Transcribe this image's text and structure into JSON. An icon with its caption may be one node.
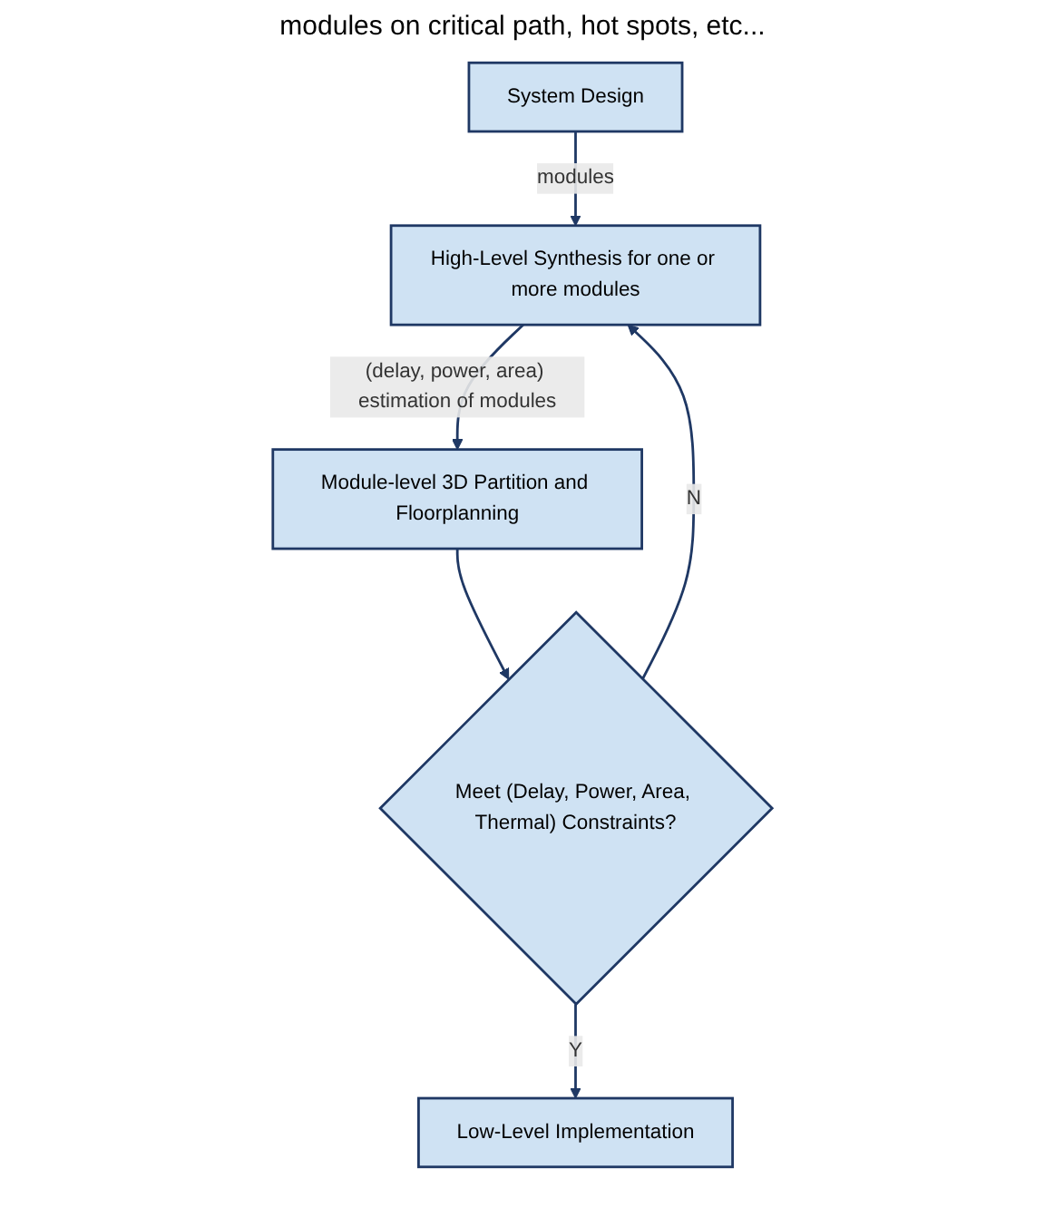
{
  "diagram": {
    "nodes": [
      {
        "text": [
          "System Design"
        ]
      },
      {
        "text": [
          "High-Level Synthesis for one or more modules"
        ]
      },
      {
        "text": [
          "Module-level 3D Partition and Floorplanning"
        ]
      },
      {
        "text": [
          "Meet (Delay, Power, Area, Thermal) Constraints?"
        ]
      },
      {
        "text": [
          "Low-Level Implementation"
        ]
      }
    ],
    "edges": [
      {
        "from": 0,
        "to": 1,
        "arrow": "to",
        "label": "modules"
      },
      {
        "from": 1,
        "to": 2,
        "arrow": "to",
        "label": "(delay, power, area) estimation of modules"
      },
      {
        "from": 2,
        "to": 3,
        "arrow": "to"
      },
      {
        "from": 3,
        "to": 4,
        "arrow": "to",
        "label": "Y"
      },
      {
        "from": 3,
        "to": 1,
        "arrow": "to",
        "label": "N"
      }
    ],
    "labels": [
      "modules on critical path, hot spots, etc..."
    ]
  }
}
